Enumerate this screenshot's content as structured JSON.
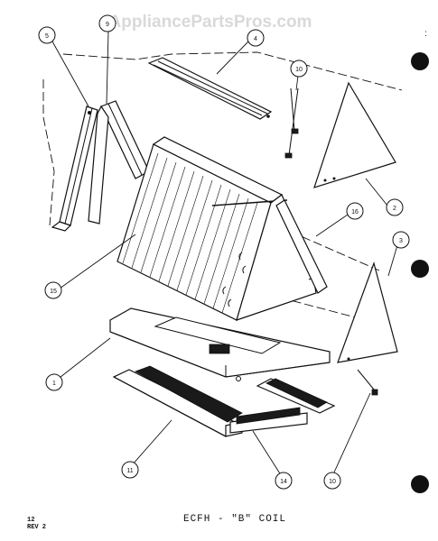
{
  "watermark": "AppliancePartsPros.com",
  "caption": "ECFH - \"B\" COIL",
  "page_code": {
    "line1": "12",
    "line2": "REV 2"
  },
  "callouts": [
    {
      "id": "c5",
      "label": "5"
    },
    {
      "id": "c9",
      "label": "9"
    },
    {
      "id": "c4",
      "label": "4"
    },
    {
      "id": "c10a",
      "label": "10"
    },
    {
      "id": "c2",
      "label": "2"
    },
    {
      "id": "c16",
      "label": "16"
    },
    {
      "id": "c3",
      "label": "3"
    },
    {
      "id": "c15",
      "label": "15"
    },
    {
      "id": "c1",
      "label": "1"
    },
    {
      "id": "c10b",
      "label": "10"
    },
    {
      "id": "c11",
      "label": "11"
    },
    {
      "id": "c14",
      "label": "14"
    }
  ]
}
